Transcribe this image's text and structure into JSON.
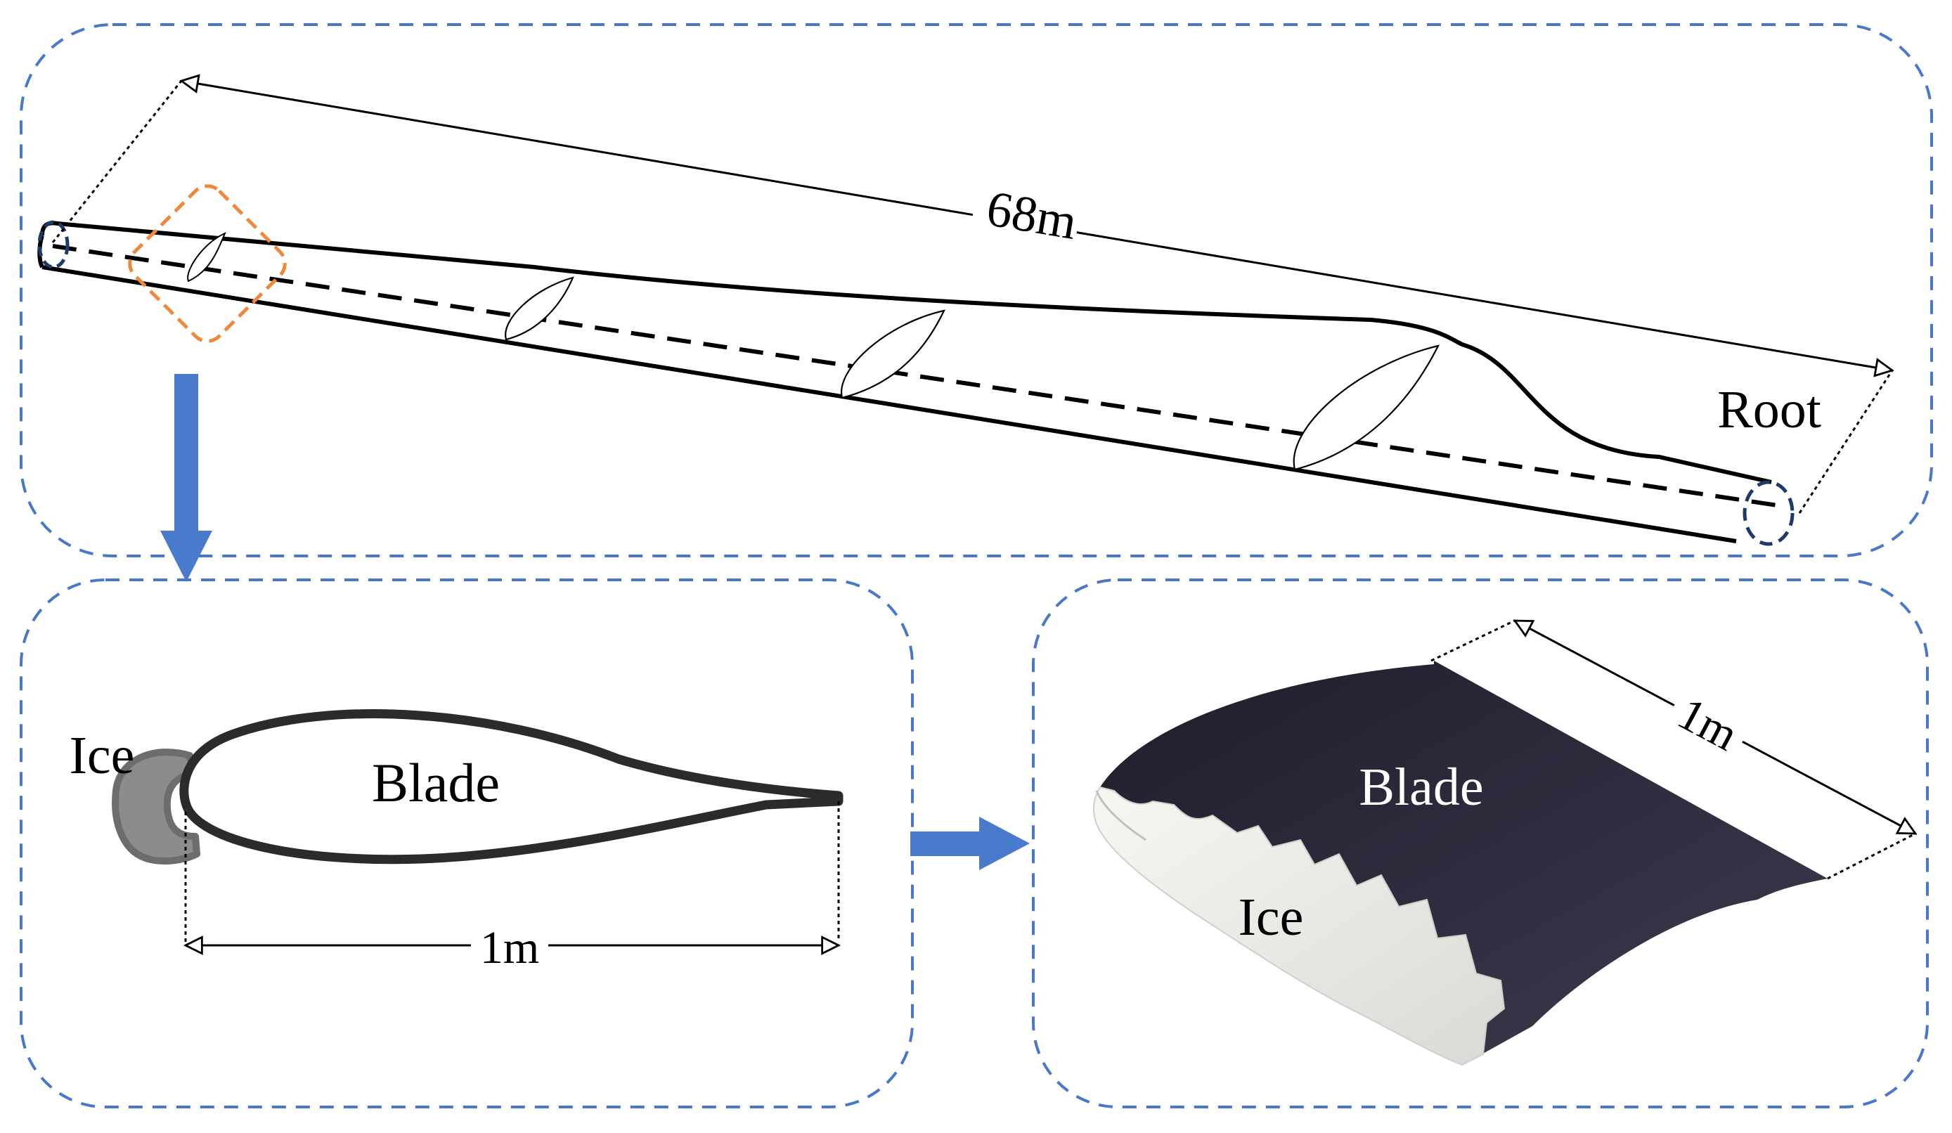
{
  "top_panel": {
    "length_label": "68m",
    "root_label": "Root"
  },
  "section_panel": {
    "ice_label": "Ice",
    "blade_label": "Blade",
    "chord_label": "1m"
  },
  "surface_panel": {
    "blade_label": "Blade",
    "ice_label": "Ice",
    "span_label": "1m"
  },
  "colors": {
    "panel_border": "#4a78c8",
    "arrow": "#4a7acb",
    "highlight_box": "#f0883c",
    "tip_marker": "#1f3a66",
    "blade_surface": "#2a2a3a",
    "ice": "#eeeeee"
  }
}
